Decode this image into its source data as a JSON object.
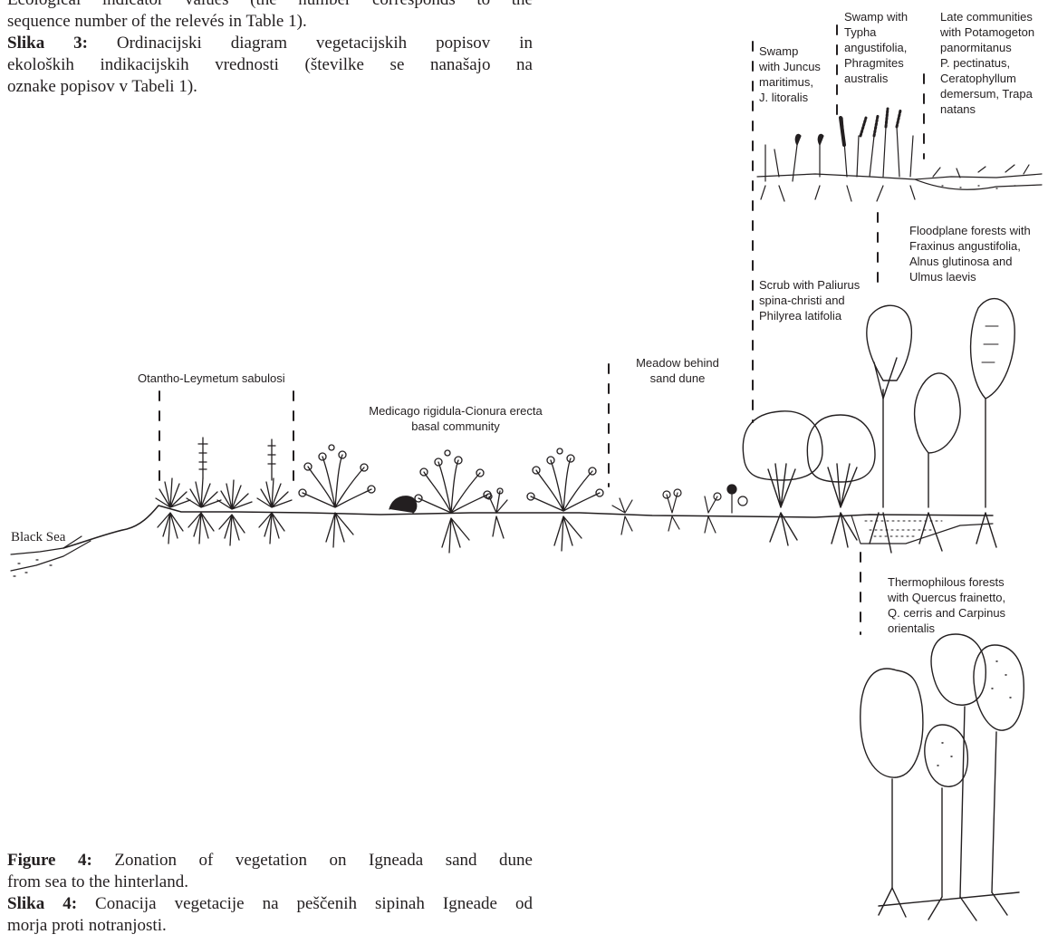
{
  "caption3": {
    "en_lines": [
      "Ecological indicator values (the number corresponds to the",
      "sequence number of the relevés in Table 1)."
    ],
    "sl_label": "Slika 3:",
    "sl_lines": [
      " Ordinacijski diagram vegetacijskih popisov in",
      "ekoloških indikacijskih vrednosti (številke se nanašajo na",
      "oznake popisov v Tabeli 1)."
    ]
  },
  "caption4": {
    "en_label": "Figure 4:",
    "en_lines": [
      " Zonation of vegetation on Igneada sand dune",
      "from sea to the hinterland."
    ],
    "sl_label": "Slika 4:",
    "sl_lines": [
      " Conacija vegetacije na peščenih sipinah Igneade od",
      "morja proti notranjosti."
    ]
  },
  "figure": {
    "black_sea": "Black Sea",
    "otantho": "Otantho-Leymetum sabulosi",
    "medicago": [
      "Medicago rigidula-Cionura erecta",
      "basal community"
    ],
    "meadow": [
      "Meadow behind",
      "sand dune"
    ],
    "swamp_juncus": [
      "Swamp",
      "with Juncus",
      "maritimus,",
      "J. litoralis"
    ],
    "swamp_typha": [
      "Swamp with",
      "Typha",
      "angustifolia,",
      "Phragmites",
      "australis"
    ],
    "late_communities": [
      "Late communities",
      "with Potamogeton",
      "panormitanus",
      "P. pectinatus,",
      "Ceratophyllum",
      "demersum, Trapa",
      "natans"
    ],
    "floodplane": [
      "Floodplane forests with",
      "Fraxinus angustifolia,",
      "Alnus glutinosa and",
      "Ulmus laevis"
    ],
    "scrub": [
      "Scrub with Paliurus",
      "spina-christi and",
      "Philyrea latifolia"
    ],
    "thermophilous": [
      "Thermophilous forests",
      "with Quercus frainetto,",
      "Q. cerris and Carpinus",
      "orientalis"
    ]
  }
}
